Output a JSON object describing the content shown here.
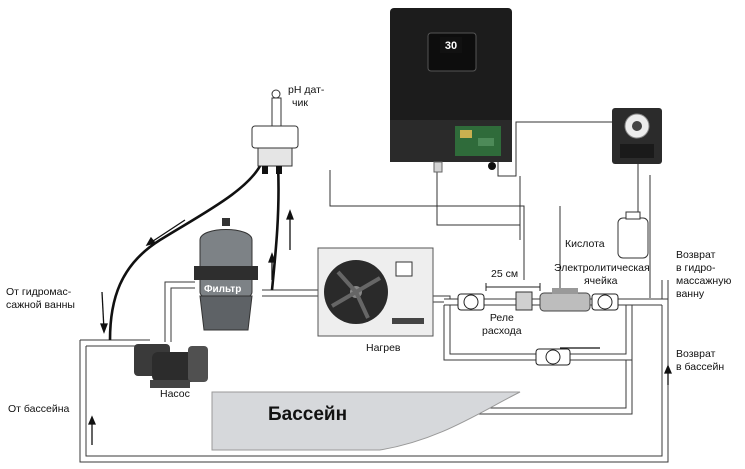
{
  "controller": {
    "display_value": "30"
  },
  "labels": {
    "ph_sensor": [
      "pH дат-",
      "чик"
    ],
    "from_spa": [
      "От гидромас-",
      "сажной ванны"
    ],
    "filter": "Фильтр",
    "heater": "Нагрев",
    "pump": "Насос",
    "from_pool": "От бассейна",
    "pool": "Бассейн",
    "acid": "Кислота",
    "distance": "25 см",
    "electrolytic_cell": [
      "Электролитическая",
      "ячейка"
    ],
    "flow_relay": [
      "Реле",
      "расхода"
    ],
    "return_spa": [
      "Возврат",
      "в гидро-",
      "массажную",
      "ванну"
    ],
    "return_pool": [
      "Возврат",
      "в бассейн"
    ]
  },
  "colors": {
    "pipe": "#3a3a3a",
    "device_dark": "#1c1c1c",
    "circuit_board": "#2f6b3a",
    "pool_fill": "#d6d8db",
    "filter_body": "#7d8286"
  }
}
